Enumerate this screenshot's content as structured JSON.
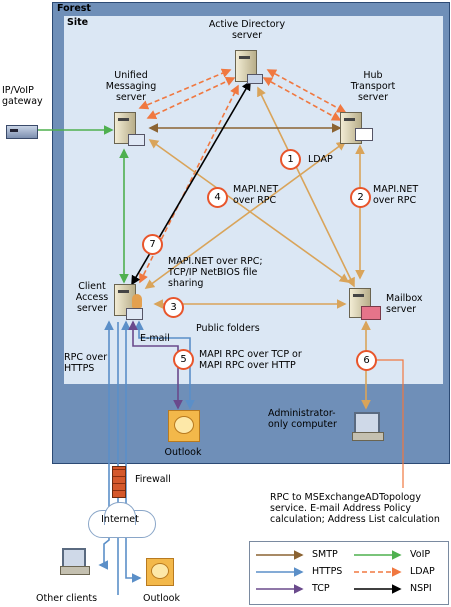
{
  "forest_label": "Forest",
  "site_label": "Site",
  "nodes": {
    "active_directory": "Active Directory\nserver",
    "unified_messaging": "Unified\nMessaging\nserver",
    "hub_transport": "Hub\nTransport\nserver",
    "ip_voip_gateway": "IP/VoIP\ngateway",
    "client_access": "Client\nAccess\nserver",
    "mailbox": "Mailbox\nserver",
    "admin_computer": "Administrator-\nonly computer",
    "outlook_inside": "Outlook",
    "firewall": "Firewall",
    "internet": "Internet",
    "other_clients": "Other clients",
    "outlook_outside": "Outlook"
  },
  "badges": [
    "1",
    "2",
    "3",
    "4",
    "5",
    "6",
    "7"
  ],
  "labels": {
    "ldap": "LDAP",
    "mapi_rpc_2": "MAPI.NET\nover RPC",
    "mapi_rpc_4": "MAPI.NET\nover RPC",
    "mapi_7": "MAPI.NET over RPC;\nTCP/IP NetBIOS file\nsharing",
    "public_folders": "Public folders",
    "email": "E-mail",
    "mapi_5": "MAPI RPC over TCP or\nMAPI RPC over HTTP",
    "rpc_https": "RPC over\nHTTPS",
    "rpc_ms": "RPC to MSExchangeADTopology\nservice. E-mail Address Policy\ncalculation; Address List calculation"
  },
  "legend": {
    "smtp": "SMTP",
    "https": "HTTPS",
    "tcp": "TCP",
    "voip": "VoIP",
    "ldap": "LDAP",
    "nspi": "NSPI"
  },
  "colors": {
    "smtp": "#8b6332",
    "https": "#5b8fc8",
    "tcp": "#6a4a8c",
    "voip": "#4fb04f",
    "ldap": "#f07840",
    "nspi": "#000000",
    "mapi": "#d9a45a",
    "badge_border": "#e8552b"
  }
}
